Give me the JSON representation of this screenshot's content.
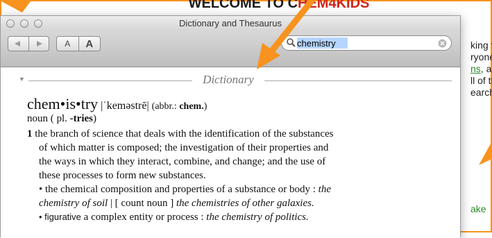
{
  "background_page": {
    "title_dark": "WELCOME TO C",
    "title_red": "HEM4KIDS",
    "right_lines": [
      {
        "text": "king for",
        "style": "plain"
      },
      {
        "text": "ryone.",
        "style": "plain"
      },
      {
        "text": "ns",
        "style": "link",
        "suffix": ", and"
      },
      {
        "text": "ll of the",
        "style": "plain"
      },
      {
        "text": "earch",
        "style": "plain"
      },
      {
        "text": "ake",
        "style": "green"
      }
    ],
    "accent_color": "#f7931e"
  },
  "window": {
    "title": "Dictionary and Thesaurus"
  },
  "toolbar": {
    "back_icon": "back-arrow-icon",
    "forward_icon": "forward-arrow-icon",
    "font_smaller_label": "A",
    "font_larger_label": "A",
    "search_value": "chemistry"
  },
  "content": {
    "section_title": "Dictionary",
    "headword": "chem•is•try",
    "pronunciation": "|ˈkeməstrē|",
    "abbr_prefix": "(abbr.:",
    "abbr_value": "chem.",
    "abbr_suffix": ")",
    "pos": "noun",
    "plural_prefix": "( pl.",
    "plural_value": "-tries",
    "plural_suffix": ")",
    "definition_number": "1",
    "definition_lines": [
      "the branch of science that deals with the identification of the substances",
      "of which matter is composed; the investigation of their properties and",
      "the ways in which they interact, combine, and change; and the use of",
      "these processes to form new substances."
    ],
    "sub1_line1": "• the chemical composition and properties of a substance or body :",
    "sub1_example1": "the",
    "sub1_example1b": "chemistry of soil",
    "sub1_mid": "| [ count noun ]",
    "sub1_example2": "the chemistries of other galaxies.",
    "sub2_lead": "• figurative",
    "sub2_text": "a complex entity or process :",
    "sub2_example": "the chemistry of politics."
  }
}
